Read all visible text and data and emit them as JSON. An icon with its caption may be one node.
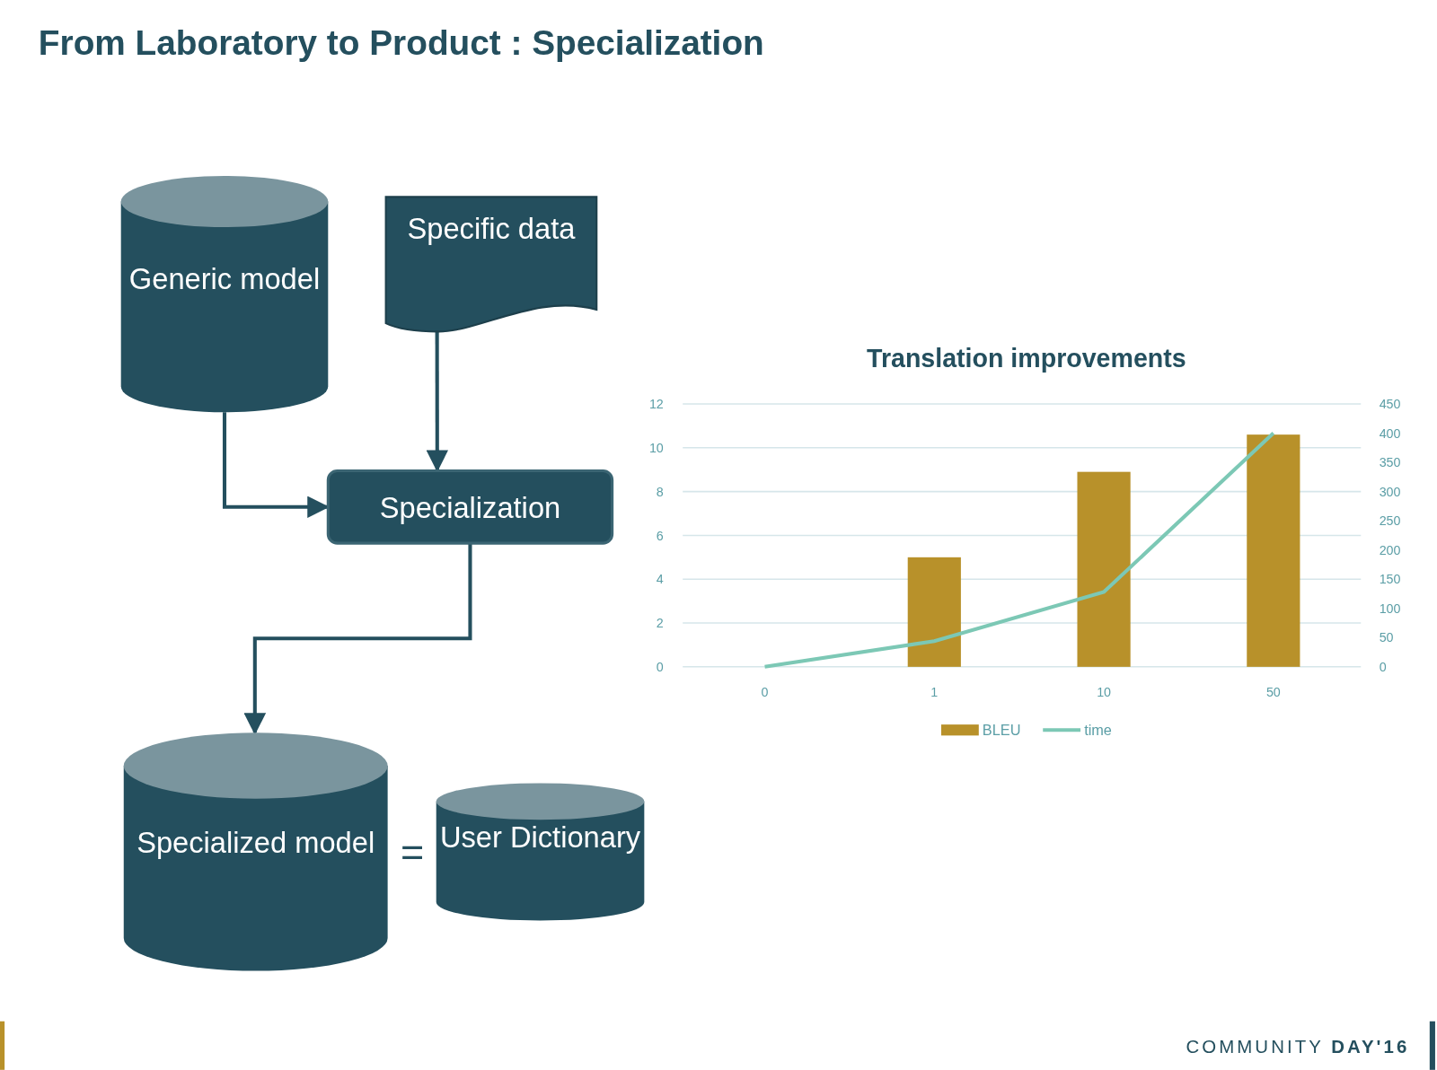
{
  "diagram": {
    "title": "From Laboratory to Product : Specialization",
    "nodes": [
      {
        "text": [
          "Generic model"
        ]
      },
      {
        "text": [
          "Specific data"
        ]
      },
      {
        "text": [
          "Specialization"
        ]
      },
      {
        "text": [
          "Specialized model"
        ]
      },
      {
        "text": [
          "User Dictionary"
        ]
      }
    ],
    "edges": [
      {
        "from": 0,
        "to": 2,
        "arrow": "to"
      },
      {
        "from": 1,
        "to": 2,
        "arrow": "to"
      },
      {
        "from": 2,
        "to": 3,
        "arrow": "to"
      }
    ],
    "labels": [
      "=",
      "COMMUNITY **DAY'16**"
    ],
    "chart_data": {
      "type": "bar",
      "title": "Translation improvements",
      "categories": [
        "0",
        "1",
        "10",
        "50"
      ],
      "series": [
        {
          "name": "BLEU",
          "color": "#b8912a",
          "values": [
            null,
            5,
            8.9,
            10.6
          ]
        },
        {
          "name": "time",
          "color": "#7cc8b5",
          "type": "line",
          "axis": "y2",
          "values": [
            0,
            44,
            128,
            400
          ]
        }
      ],
      "ylim": [
        0,
        12
      ],
      "yticks": [
        0,
        2,
        4,
        6,
        8,
        10,
        12
      ],
      "y2lim": [
        0,
        450
      ],
      "y2ticks": [
        0,
        50,
        100,
        150,
        200,
        250,
        300,
        350,
        400,
        450
      ],
      "grid": true,
      "legend": "bottom"
    }
  }
}
